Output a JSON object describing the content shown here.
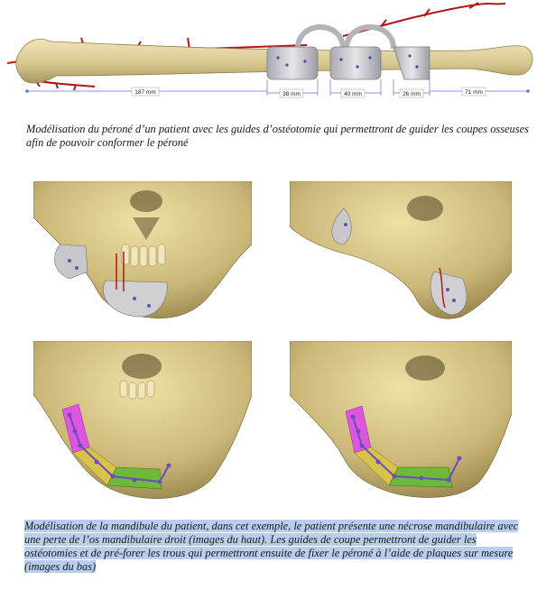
{
  "measurements": {
    "seg1": "187 mm",
    "seg2": "38 mm",
    "seg3": "40 mm",
    "seg4": "26 mm",
    "seg5": "71 mm"
  },
  "captions": {
    "top": "Modélisation du péroné d’un patient avec les guides d’ostéotomie qui permettront de guider les coupes osseuses afin de pouvoir conformer le péroné",
    "bottom": "Modélisation de la mandibule du patient, dans cet exemple, le patient présente une nécrose mandibulaire avec une perte de l’os mandibulaire droit (images du haut). Les guides de coupe permettront de guider les ostéotomies et de pré-forer les trous qui permettront ensuite de fixer le péroné à l’aide de plaques sur mesure (images du bas)"
  },
  "colors": {
    "bone": "#d8c891",
    "guide": "#c8c8cc",
    "vessel": "#b01818",
    "plate": "#6a4fb8",
    "segment_magenta": "#dd55e0",
    "segment_green": "#6dba3a",
    "highlight": "#b9cdee"
  }
}
